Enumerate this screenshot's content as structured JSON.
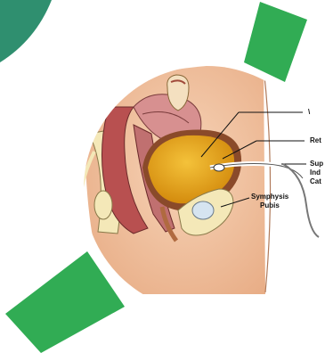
{
  "colors": {
    "brand_green": "#31ac54",
    "dark_teal": "#2f8f6f",
    "skin": "#f3c7a6",
    "bladder_fill": "#e5a21a",
    "uterus": "#d79090",
    "rectum": "#b85050",
    "bone": "#f4e8b8"
  },
  "labels": {
    "top_label": "\\",
    "retropubic": "Ret",
    "catheter_line1": "Sup",
    "catheter_line2": "Ind",
    "catheter_line3": "Cat",
    "symphysis_line1": "Symphysis",
    "symphysis_line2": "Pubis"
  }
}
